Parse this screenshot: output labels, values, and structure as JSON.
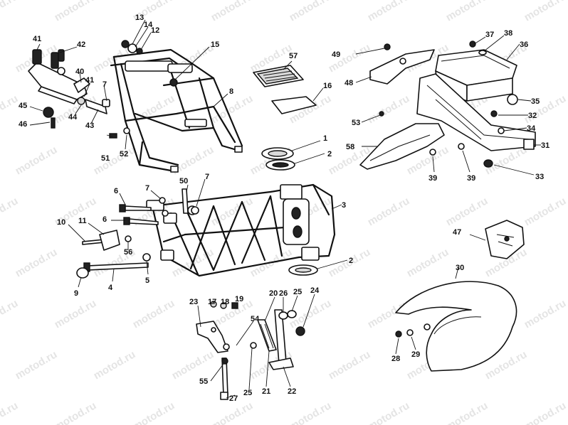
{
  "watermark": "motod.ru",
  "callouts": [
    {
      "id": "c1",
      "label": "1"
    },
    {
      "id": "c2a",
      "label": "2"
    },
    {
      "id": "c2b",
      "label": "2"
    },
    {
      "id": "c3",
      "label": "3"
    },
    {
      "id": "c4",
      "label": "4"
    },
    {
      "id": "c5",
      "label": "5"
    },
    {
      "id": "c6a",
      "label": "6"
    },
    {
      "id": "c6b",
      "label": "6"
    },
    {
      "id": "c7a",
      "label": "7"
    },
    {
      "id": "c7b",
      "label": "7"
    },
    {
      "id": "c7c",
      "label": "7"
    },
    {
      "id": "c8",
      "label": "8"
    },
    {
      "id": "c9",
      "label": "9"
    },
    {
      "id": "c10",
      "label": "10"
    },
    {
      "id": "c11",
      "label": "11"
    },
    {
      "id": "c12",
      "label": "12"
    },
    {
      "id": "c13",
      "label": "13"
    },
    {
      "id": "c14",
      "label": "14"
    },
    {
      "id": "c15",
      "label": "15"
    },
    {
      "id": "c16",
      "label": "16"
    },
    {
      "id": "c17",
      "label": "17"
    },
    {
      "id": "c18",
      "label": "18"
    },
    {
      "id": "c19",
      "label": "19"
    },
    {
      "id": "c20",
      "label": "20"
    },
    {
      "id": "c21",
      "label": "21"
    },
    {
      "id": "c22",
      "label": "22"
    },
    {
      "id": "c23",
      "label": "23"
    },
    {
      "id": "c24",
      "label": "24"
    },
    {
      "id": "c25a",
      "label": "25"
    },
    {
      "id": "c25b",
      "label": "25"
    },
    {
      "id": "c26",
      "label": "26"
    },
    {
      "id": "c27",
      "label": "27"
    },
    {
      "id": "c28",
      "label": "28"
    },
    {
      "id": "c29",
      "label": "29"
    },
    {
      "id": "c30",
      "label": "30"
    },
    {
      "id": "c31",
      "label": "31"
    },
    {
      "id": "c32",
      "label": "32"
    },
    {
      "id": "c33",
      "label": "33"
    },
    {
      "id": "c34",
      "label": "34"
    },
    {
      "id": "c35",
      "label": "35"
    },
    {
      "id": "c36",
      "label": "36"
    },
    {
      "id": "c37",
      "label": "37"
    },
    {
      "id": "c38",
      "label": "38"
    },
    {
      "id": "c39a",
      "label": "39"
    },
    {
      "id": "c39b",
      "label": "39"
    },
    {
      "id": "c40",
      "label": "40"
    },
    {
      "id": "c41a",
      "label": "41"
    },
    {
      "id": "c41b",
      "label": "41"
    },
    {
      "id": "c42",
      "label": "42"
    },
    {
      "id": "c43",
      "label": "43"
    },
    {
      "id": "c44",
      "label": "44"
    },
    {
      "id": "c45",
      "label": "45"
    },
    {
      "id": "c46",
      "label": "46"
    },
    {
      "id": "c47",
      "label": "47"
    },
    {
      "id": "c48",
      "label": "48"
    },
    {
      "id": "c49",
      "label": "49"
    },
    {
      "id": "c50",
      "label": "50"
    },
    {
      "id": "c51",
      "label": "51"
    },
    {
      "id": "c52",
      "label": "52"
    },
    {
      "id": "c53",
      "label": "53"
    },
    {
      "id": "c54",
      "label": "54"
    },
    {
      "id": "c55",
      "label": "55"
    },
    {
      "id": "c56",
      "label": "56"
    },
    {
      "id": "c57",
      "label": "57"
    },
    {
      "id": "c58",
      "label": "58"
    }
  ]
}
